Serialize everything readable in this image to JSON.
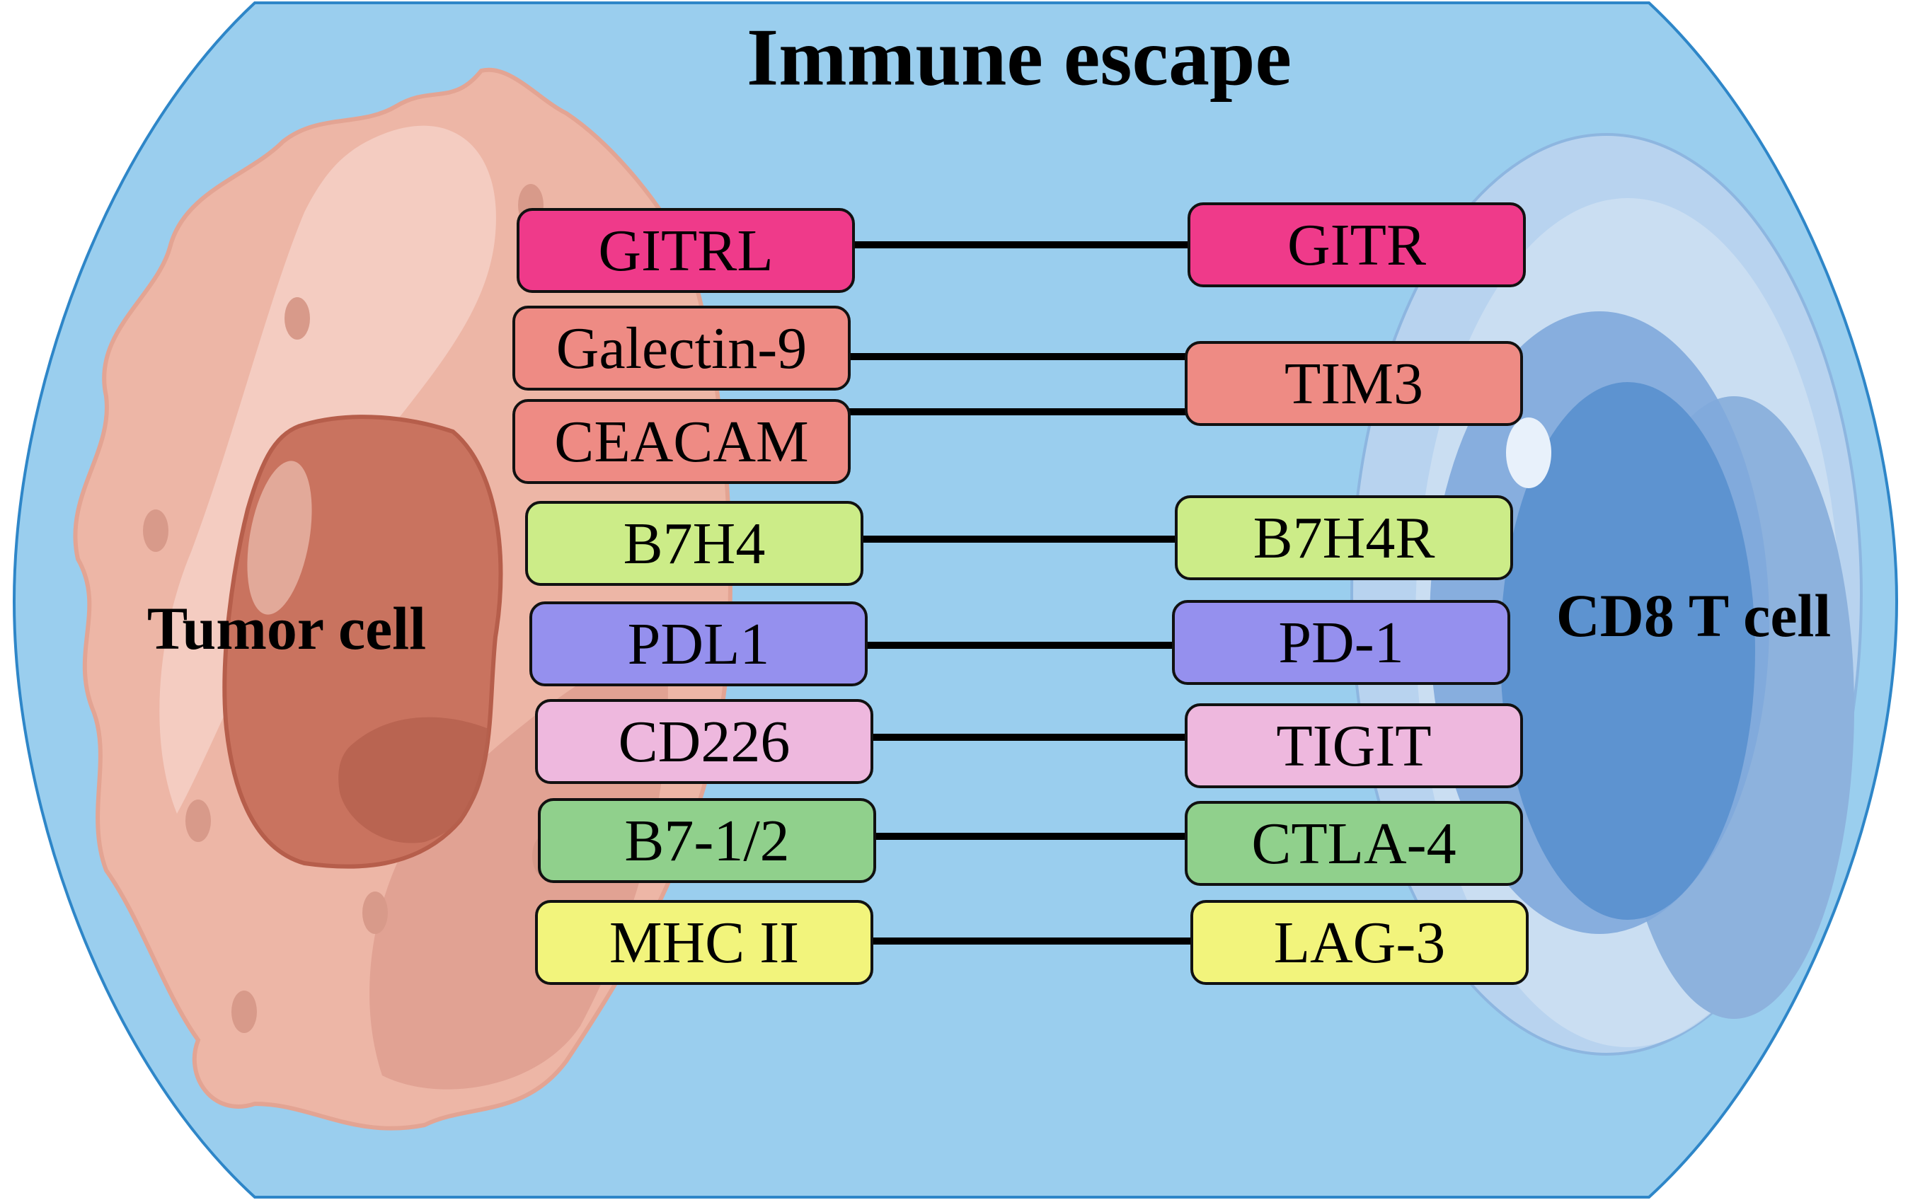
{
  "title": "Immune escape",
  "tumor_label": "Tumor cell",
  "tcell_label": "CD8 T cell",
  "colors": {
    "background": "#9ACEEE",
    "tumor_body": "#EDB6A6",
    "tumor_nucleus": "#C9735F",
    "tcell_body": "#B8D3EF",
    "tcell_nucleus": "#5D93D0"
  },
  "ligands": [
    {
      "id": "gitrl",
      "label": "GITRL",
      "color": "#EF3A8A"
    },
    {
      "id": "galectin-9",
      "label": "Galectin-9",
      "color": "#EE8B84"
    },
    {
      "id": "ceacam",
      "label": "CEACAM",
      "color": "#EE8B84"
    },
    {
      "id": "b7h4",
      "label": "B7H4",
      "color": "#CCEC88"
    },
    {
      "id": "pdl1",
      "label": "PDL1",
      "color": "#9590EE"
    },
    {
      "id": "cd226",
      "label": "CD226",
      "color": "#EEB8DE"
    },
    {
      "id": "b7-1-2",
      "label": "B7-1/2",
      "color": "#90D08C"
    },
    {
      "id": "mhc-ii",
      "label": "MHC II",
      "color": "#F2F47C"
    }
  ],
  "receptors": [
    {
      "id": "gitr",
      "label": "GITR",
      "color": "#EF3A8A"
    },
    {
      "id": "tim3",
      "label": "TIM3",
      "color": "#EE8B84"
    },
    {
      "id": "b7h4r",
      "label": "B7H4R",
      "color": "#CCEC88"
    },
    {
      "id": "pd-1",
      "label": "PD-1",
      "color": "#9590EE"
    },
    {
      "id": "tigit",
      "label": "TIGIT",
      "color": "#EEB8DE"
    },
    {
      "id": "ctla-4",
      "label": "CTLA-4",
      "color": "#90D08C"
    },
    {
      "id": "lag-3",
      "label": "LAG-3",
      "color": "#F2F47C"
    }
  ],
  "pairs": [
    {
      "from": "gitrl",
      "to": "gitr"
    },
    {
      "from": "galectin-9",
      "to": "tim3"
    },
    {
      "from": "ceacam",
      "to": "tim3"
    },
    {
      "from": "b7h4",
      "to": "b7h4r"
    },
    {
      "from": "pdl1",
      "to": "pd-1"
    },
    {
      "from": "cd226",
      "to": "tigit"
    },
    {
      "from": "b7-1-2",
      "to": "ctla-4"
    },
    {
      "from": "mhc-ii",
      "to": "lag-3"
    }
  ]
}
